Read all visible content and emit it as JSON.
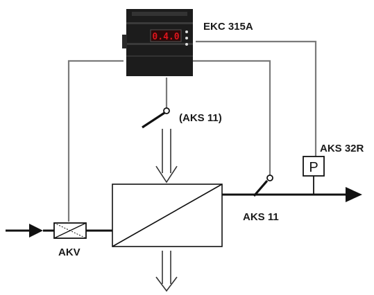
{
  "controller": {
    "model": "EKC 315A",
    "display_value": "0.4.0"
  },
  "sensors": {
    "suction_temp": "AKS 11",
    "media_temp": "(AKS 11)",
    "pressure_transmitter": "AKS 32R",
    "pressure_symbol": "P"
  },
  "valve": {
    "label": "AKV"
  },
  "colors": {
    "display_red": "#e0141c",
    "controller_body": "#1c1c1c",
    "wire": "#7a7a7a"
  }
}
